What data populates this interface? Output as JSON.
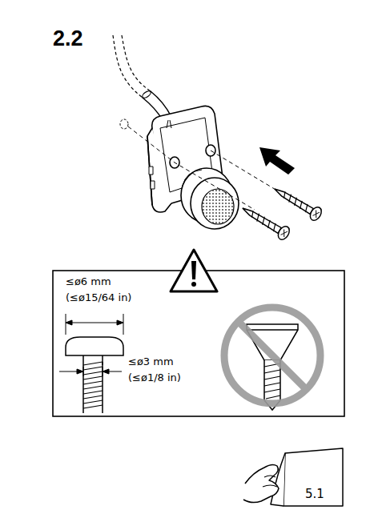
{
  "diagram": {
    "title": "2.2",
    "labels": [
      "≤ø6 mm",
      "(≤ø15/64 in)",
      "≤ø3 mm",
      "(≤ø1/8 in)",
      "5.1"
    ]
  }
}
